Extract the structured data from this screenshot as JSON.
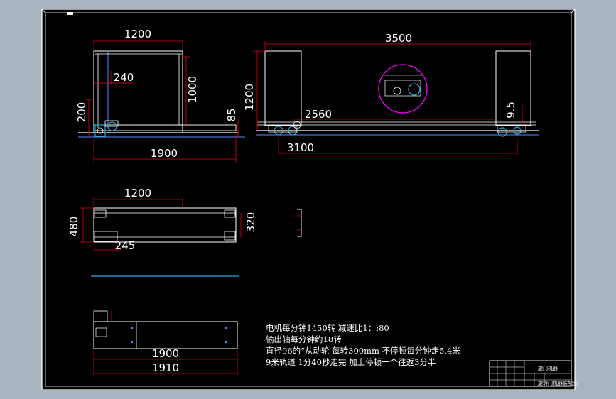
{
  "dimensions": {
    "front_width": "1200",
    "front_offset": "240",
    "front_height": "1000",
    "front_base": "200",
    "front_total": "1900",
    "front_rail": "85",
    "side_length": "3500",
    "side_height": "1200",
    "side_inner": "2560",
    "side_wheel": "9.5",
    "side_rail": "3100",
    "top_width": "1200",
    "top_depth": "480",
    "top_inner": "320",
    "top_offset": "245",
    "bottom_inner": "1900",
    "bottom_total": "1910"
  },
  "notes": [
    "电机每分钟1450转   减速比1：:80",
    "输出轴每分钟约18转",
    "直径96的“从动轮 每转300mm 不停顿每分钟走5.4米",
    "9米轨道 1分40秒走完 加上停顿一个往返3分半"
  ],
  "title_block": {
    "name": "旋门机器",
    "subtitle": "旋转门机器装配图"
  },
  "colors": {
    "background": "#000000",
    "outer": "#a9b4c0",
    "lines": "#ffffff",
    "dimension": "#e0001a",
    "highlight": "#ff00ff",
    "blue": "#4f8cff",
    "cyan": "#2aa6d6"
  }
}
